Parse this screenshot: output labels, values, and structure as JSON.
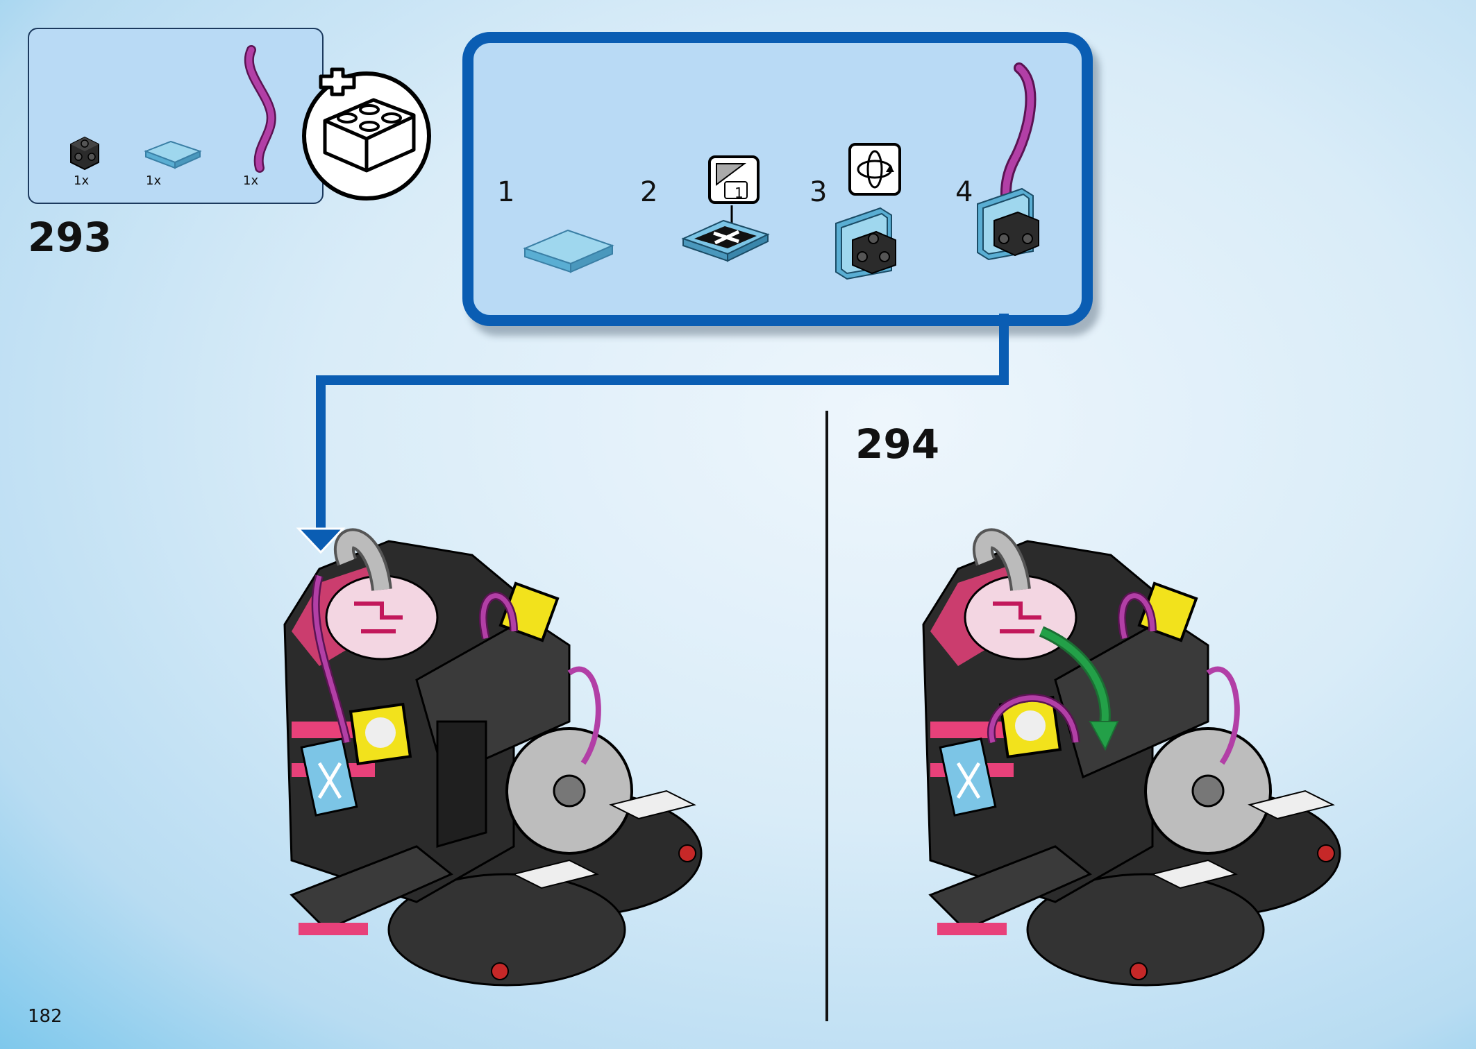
{
  "parts": [
    {
      "name": "black-brick-1x1-with-studs",
      "qty": "1x"
    },
    {
      "name": "azure-tile-2x2",
      "qty": "1x"
    },
    {
      "name": "magenta-flexible-hose",
      "qty": "1x"
    }
  ],
  "step_293": "293",
  "step_294": "294",
  "substeps": [
    "1",
    "2",
    "3",
    "4"
  ],
  "sticker_number": "1",
  "page_number": "182",
  "colors": {
    "accent_blue": "#0a5db3",
    "panel_fill": "#b9daf5",
    "hose_magenta": "#9b2f8f",
    "tile_azure": "#7cc5e6",
    "arrow_green": "#23a048",
    "brick_black": "#2b2b2b",
    "pink": "#e8417a",
    "yellow": "#f2e21c"
  },
  "icons": [
    "add-new-bag-icon",
    "sticker-icon",
    "rotate-model-icon"
  ]
}
